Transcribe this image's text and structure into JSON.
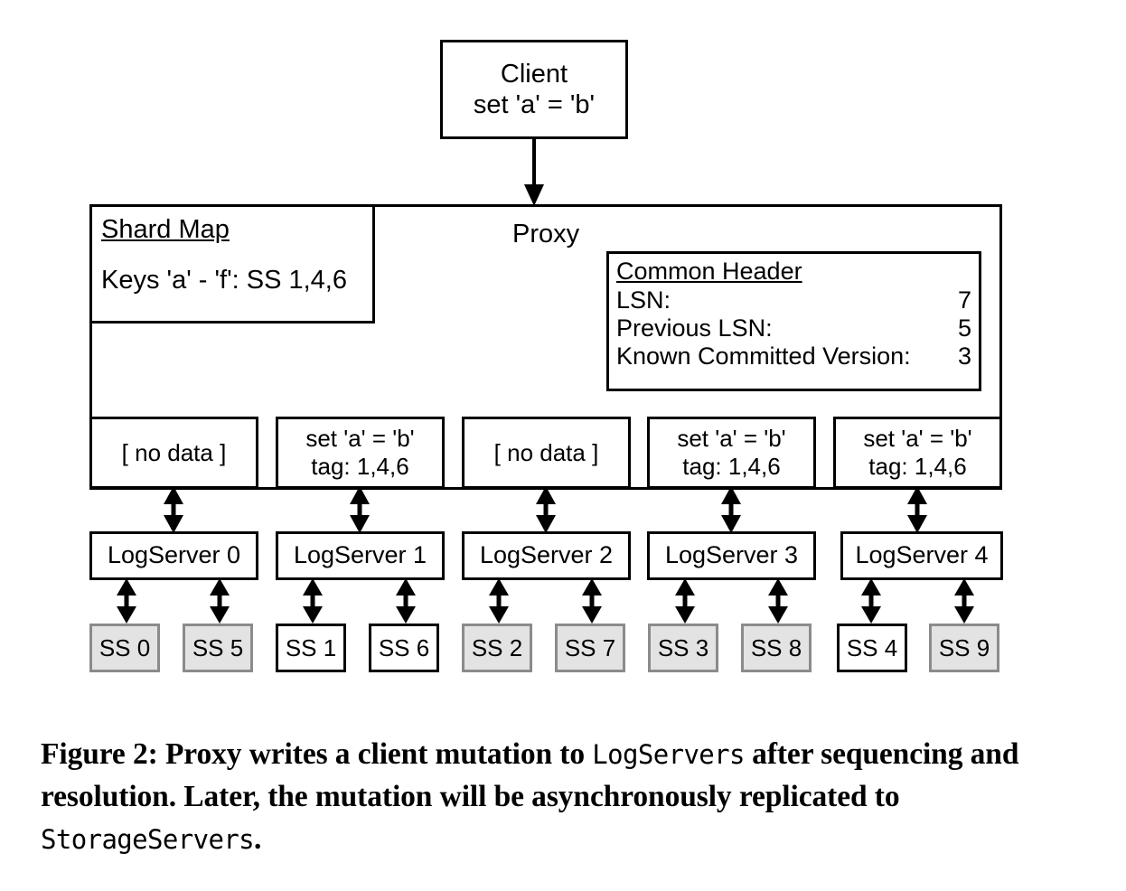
{
  "figure": {
    "client": {
      "title": "Client",
      "mutation": "set 'a' = 'b'"
    },
    "proxy": {
      "label": "Proxy",
      "shard_map": {
        "title": "Shard Map",
        "entry": "Keys 'a' - 'f': SS 1,4,6"
      },
      "common_header": {
        "title": "Common Header",
        "rows": [
          {
            "key": "LSN:",
            "value": "7"
          },
          {
            "key": "Previous LSN:",
            "value": "5"
          },
          {
            "key": "Known Committed Version:",
            "value": "3"
          }
        ]
      },
      "messages": [
        {
          "line1": "[ no data ]",
          "line2": ""
        },
        {
          "line1": "set 'a' = 'b'",
          "line2": "tag: 1,4,6"
        },
        {
          "line1": "[ no data ]",
          "line2": ""
        },
        {
          "line1": "set 'a' = 'b'",
          "line2": "tag: 1,4,6"
        },
        {
          "line1": "set 'a' = 'b'",
          "line2": "tag: 1,4,6"
        }
      ]
    },
    "log_servers": [
      "LogServer 0",
      "LogServer 1",
      "LogServer 2",
      "LogServer 3",
      "LogServer 4"
    ],
    "storage_servers": [
      {
        "label": "SS 0",
        "shaded": true
      },
      {
        "label": "SS 5",
        "shaded": true
      },
      {
        "label": "SS 1",
        "shaded": false
      },
      {
        "label": "SS 6",
        "shaded": false
      },
      {
        "label": "SS 2",
        "shaded": true
      },
      {
        "label": "SS 7",
        "shaded": true
      },
      {
        "label": "SS 3",
        "shaded": true
      },
      {
        "label": "SS 8",
        "shaded": true
      },
      {
        "label": "SS 4",
        "shaded": false
      },
      {
        "label": "SS 9",
        "shaded": true
      }
    ],
    "caption": {
      "part1": "Figure 2: Proxy writes a client mutation to ",
      "mono1": "LogServers",
      "part2": " after sequencing and resolution. Later, the mutation will be asynchronously replicated to ",
      "mono2": "StorageServers",
      "part3": "."
    },
    "colors": {
      "stroke": "#000000",
      "shaded_fill": "#e3e3e3",
      "shaded_stroke": "#8b8b8b",
      "background": "#ffffff"
    }
  }
}
